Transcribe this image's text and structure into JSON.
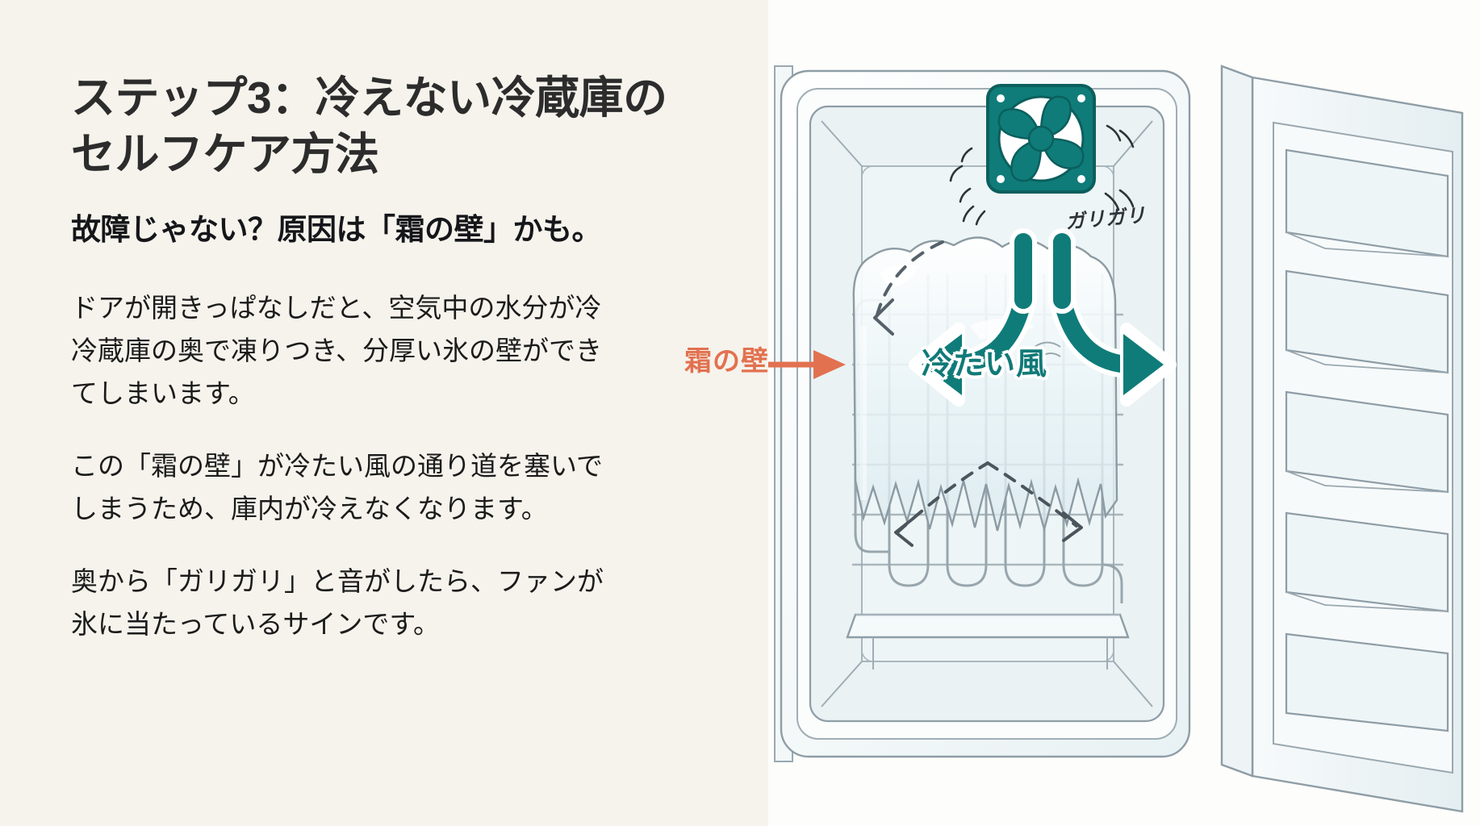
{
  "theme": {
    "page_background": "#f5f3ec",
    "panel_background": "#fdfdfb",
    "title_color": "#2c2c2c",
    "body_color": "#1b1b1b",
    "accent_teal": "#0f7c79",
    "accent_coral": "#e2714f",
    "fridge_line": "#7b8a93",
    "fridge_fill": "#eaf2f4"
  },
  "article": {
    "title": "ステップ3：冷えない冷蔵庫の\nセルフケア方法",
    "subheading": "故障じゃない？原因は「霜の壁」かも。",
    "paragraphs": [
      "ドアが開きっぱなしだと、空気中の水分が冷\n冷蔵庫の奥で凍りつき、分厚い氷の壁ができ\nてしまいます。",
      "この「霜の壁」が冷たい風の通り道を塞いで\nしまうため、庫内が冷えなくなります。",
      "奥から「ガリガリ」と音がしたら、ファンが\n氷に当たっているサインです。"
    ]
  },
  "illustration": {
    "alt_name": "refrigerator-frost-wall-diagram",
    "labels": {
      "frost_wall": "霜の壁",
      "cold_air": "冷たい風",
      "grinding_noise": "ガリガリ"
    },
    "parts": {
      "fan": "fan-icon",
      "frost_block": "frost-ice-wall",
      "evaporator_coil": "evaporator-coil",
      "shelf": "fridge-shelf",
      "door": "fridge-door",
      "airflow_arrows": "airflow-arrows",
      "blocked_airflow": "blocked-airflow-dashed-arrows",
      "pointer_arrow": "frost-wall-pointer-arrow"
    }
  }
}
